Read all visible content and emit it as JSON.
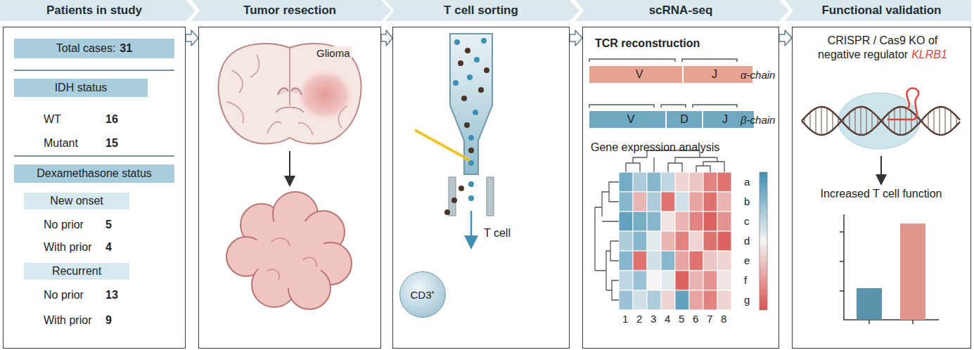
{
  "diagram": {
    "nodes": [
      {
        "text": [
          "Patients in study"
        ]
      },
      {
        "text": [
          "Tumor resection"
        ]
      },
      {
        "text": [
          "T cell sorting"
        ]
      },
      {
        "text": [
          "scRNA-seq"
        ]
      },
      {
        "text": [
          "Functional validation"
        ]
      },
      {
        "text": [
          "Total cases:",
          "31"
        ],
        "in": 0
      },
      {
        "text": [
          "IDH status"
        ],
        "in": 0
      },
      {
        "text": [
          "Dexamethasone status"
        ],
        "in": 0
      },
      {
        "text": [
          "New onset"
        ],
        "in": 0
      },
      {
        "text": [
          "Recurrent"
        ],
        "in": 0
      },
      {
        "text": [
          "CD3⁺"
        ],
        "in": 2
      },
      {
        "text": [
          "V",
          "J"
        ],
        "in": 3
      },
      {
        "text": [
          "V",
          "D",
          "J"
        ],
        "in": 3
      }
    ],
    "edges": [
      {
        "from": 0,
        "to": 1,
        "arrow": "to"
      },
      {
        "from": 1,
        "to": 2,
        "arrow": "to"
      },
      {
        "from": 2,
        "to": 3,
        "arrow": "to"
      },
      {
        "from": 3,
        "to": 4,
        "arrow": "to"
      }
    ],
    "labels": [
      "WT",
      "16",
      "Mutant",
      "15",
      "No prior",
      "5",
      "With prior",
      "4",
      "No prior",
      "13",
      "With prior",
      "9",
      "Glioma",
      "T cell",
      "TCR reconstruction",
      "α-chain",
      "β-chain",
      "Gene expression analysis",
      "a",
      "b",
      "c",
      "d",
      "e",
      "f",
      "g",
      "1",
      "2",
      "3",
      "4",
      "5",
      "6",
      "7",
      "8",
      "CRISPR / Cas9 KO of negative regulator",
      "KLRB1",
      "Increased T cell function"
    ]
  }
}
